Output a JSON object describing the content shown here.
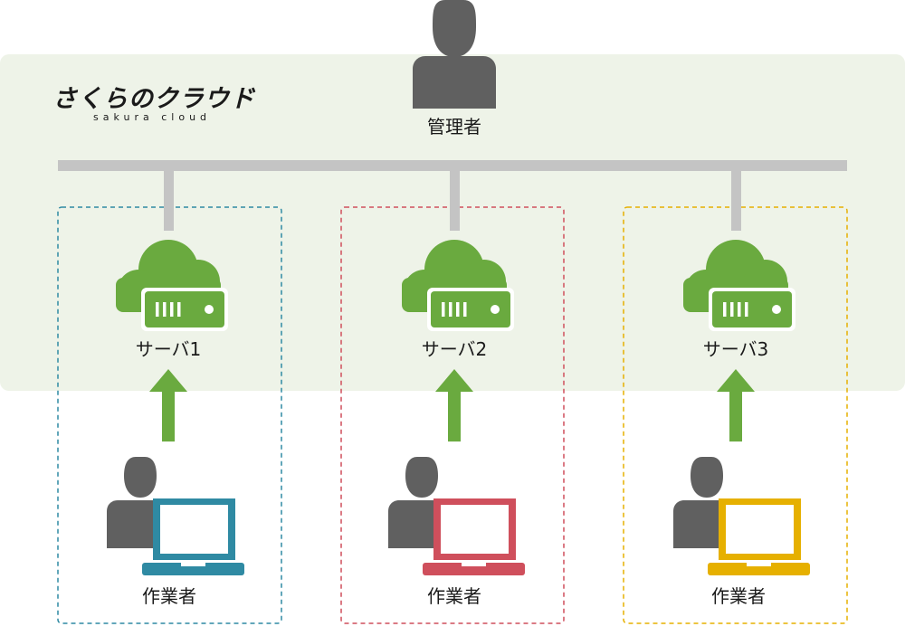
{
  "logo": {
    "main": "さくらのクラウド",
    "sub": "sakura cloud"
  },
  "admin": {
    "label": "管理者",
    "icon": "person-icon"
  },
  "servers": [
    {
      "label": "サーバ1",
      "icon": "cloud-server-icon",
      "worker_label": "作業者",
      "accent": "#2f8aa3"
    },
    {
      "label": "サーバ2",
      "icon": "cloud-server-icon",
      "worker_label": "作業者",
      "accent": "#cf4f5c"
    },
    {
      "label": "サーバ3",
      "icon": "cloud-server-icon",
      "worker_label": "作業者",
      "accent": "#e6b000"
    }
  ],
  "colors": {
    "cloud_region": "#eef3e8",
    "cloud_icon": "#6aaa3f",
    "arrow": "#6aaa3f",
    "connector": "#c4c4c4",
    "person": "#606060"
  }
}
